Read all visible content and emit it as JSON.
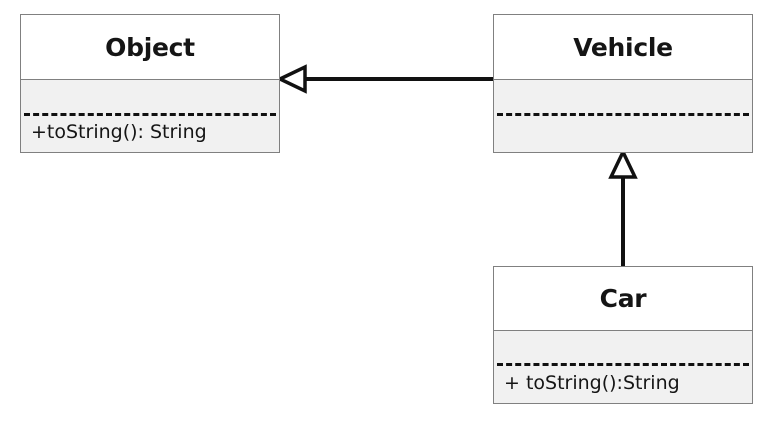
{
  "diagram": {
    "type": "uml-class-diagram",
    "title": "",
    "background_color": "#ffffff",
    "box_border_color": "#808080",
    "box_header_color": "#ffffff",
    "box_body_color": "#f1f1f1",
    "line_color": "#111111",
    "classes": [
      {
        "id": "object",
        "name": "Object",
        "attributes": [],
        "operations": [
          "+toString(): String"
        ]
      },
      {
        "id": "vehicle",
        "name": "Vehicle",
        "attributes": [],
        "operations": []
      },
      {
        "id": "car",
        "name": "Car",
        "attributes": [],
        "operations": [
          "+ toString():String"
        ]
      }
    ],
    "relationships": [
      {
        "id": "vehicle-extends-object",
        "kind": "generalization",
        "label": "",
        "from": "Vehicle",
        "to": "Object",
        "arrowhead": "hollow-triangle",
        "direction": "left"
      },
      {
        "id": "car-extends-vehicle",
        "kind": "generalization",
        "label": "",
        "from": "Car",
        "to": "Vehicle",
        "arrowhead": "hollow-triangle",
        "direction": "up"
      }
    ]
  }
}
